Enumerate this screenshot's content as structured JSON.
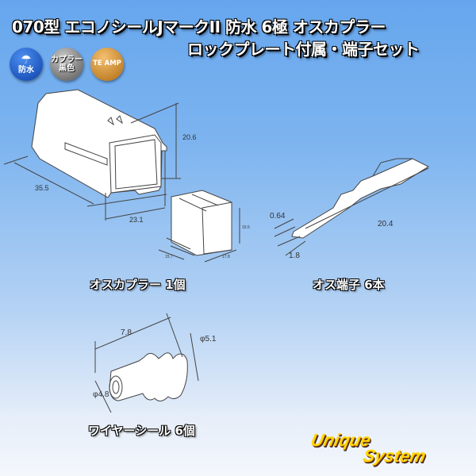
{
  "title": {
    "line1": "070型 エコノシールJマークII 防水 6極 オスカプラー",
    "line2": "ロックプレート付属・端子セット"
  },
  "badges": [
    {
      "icon": "umbrella-icon",
      "label": "防水",
      "color": "#0b3fa8"
    },
    {
      "label_line1": "カプラー",
      "label_line2": "黒色",
      "color": "#555555"
    },
    {
      "label": "TE AMP",
      "color": "#b06b10"
    }
  ],
  "parts": {
    "coupler": {
      "label": "オスカプラー 1個",
      "dims": {
        "length": "35.5",
        "height": "20.6",
        "width": "23.1"
      }
    },
    "lock_plate": {
      "dims": {
        "a": "15.7",
        "b": "17.8",
        "c": "15.5"
      }
    },
    "terminal": {
      "label": "オス端子 6本",
      "dims": {
        "thickness": "0.64",
        "width": "1.8",
        "length": "20.4"
      }
    },
    "seal": {
      "label": "ワイヤーシール 6個",
      "dims": {
        "length": "7.8",
        "outer": "φ5.1",
        "inner": "φ4.8"
      }
    }
  },
  "logo": {
    "line1": "Unique",
    "line2": "System"
  }
}
